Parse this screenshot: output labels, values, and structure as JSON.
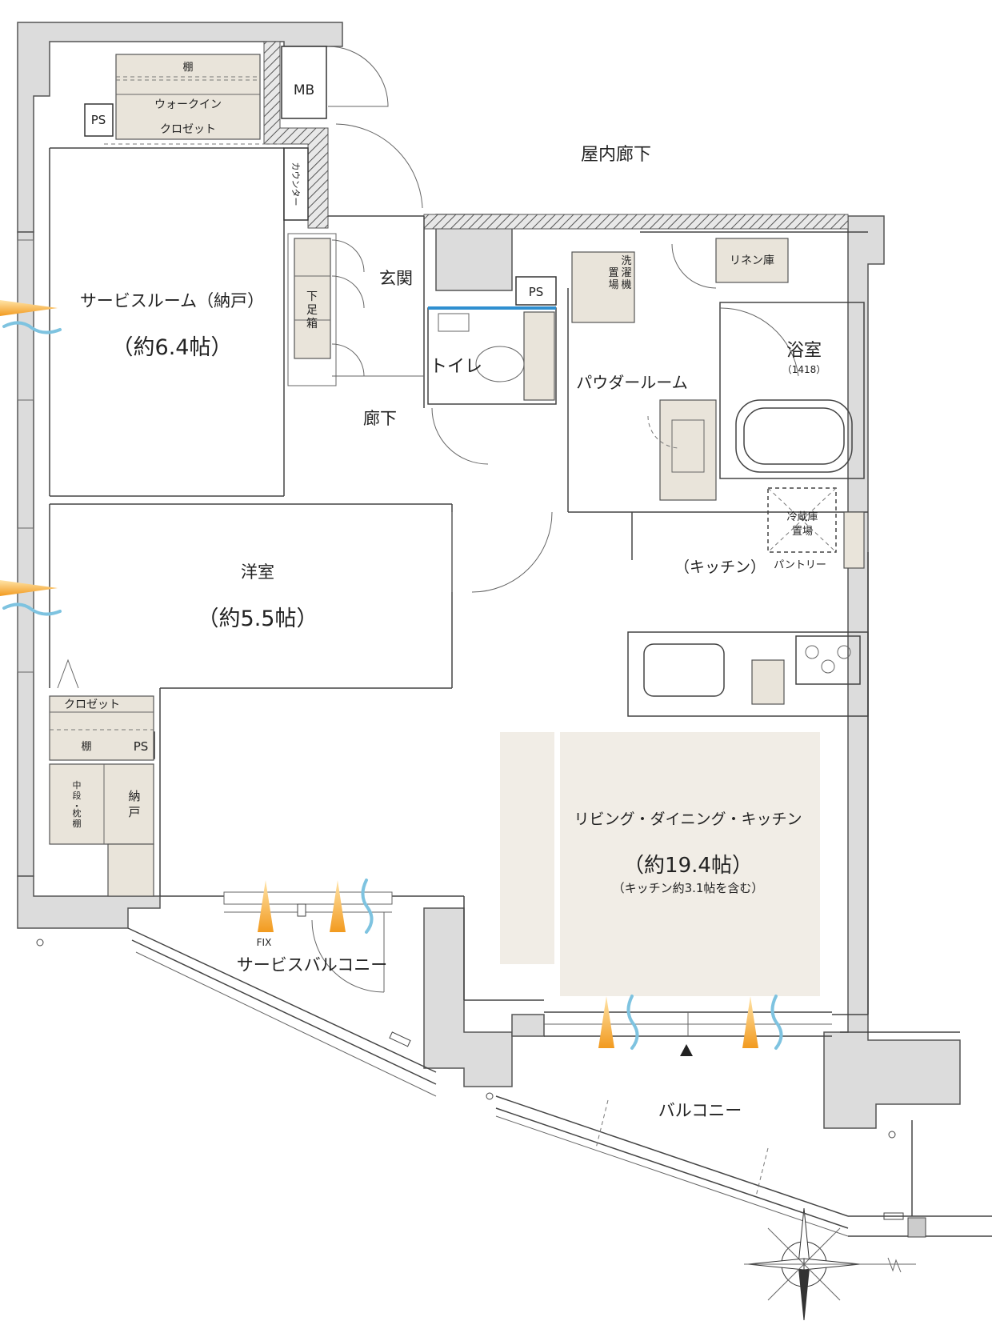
{
  "rooms": {
    "service_room": {
      "name": "サービスルーム（納戸）",
      "size": "（約6.4帖）"
    },
    "western_room": {
      "name": "洋室",
      "size": "（約5.5帖）"
    },
    "ldk": {
      "name": "リビング・ダイニング・キッチン",
      "size": "（約19.4帖）",
      "note": "（キッチン約3.1帖を含む）"
    },
    "bathroom": {
      "name": "浴室",
      "size": "（1418）"
    },
    "powder_room": {
      "name": "パウダールーム"
    },
    "toilet": {
      "name": "トイレ"
    },
    "entrance": {
      "name": "玄関"
    },
    "corridor": {
      "name": "廊下"
    },
    "indoor_corridor": {
      "name": "屋内廊下"
    },
    "kitchen": {
      "name": "（キッチン）"
    },
    "balcony": {
      "name": "バルコニー"
    },
    "service_balcony": {
      "name": "サービスバルコニー"
    }
  },
  "storage": {
    "walkin_shelf": "棚",
    "walkin_line1": "ウォークイン",
    "walkin_line2": "クロゼット",
    "counter": "カウンター",
    "shoe_box": "下足箱",
    "linen": "リネン庫",
    "washer": "洗濯機置場",
    "fridge": "冷蔵庫置場",
    "pantry": "パントリー",
    "closet": "クロゼット",
    "closet_shelf": "棚",
    "nando": "納戸",
    "mid_shelf": "中段・枕棚"
  },
  "fixtures": {
    "mb": "MB",
    "ps": "PS",
    "fix": "FIX"
  },
  "colors": {
    "wall": "#dcdcdc",
    "storage": "#e9e4da",
    "ldk_floor": "#f1ede6",
    "flame": "#f29a1f",
    "breeze": "#7ec3e0"
  }
}
